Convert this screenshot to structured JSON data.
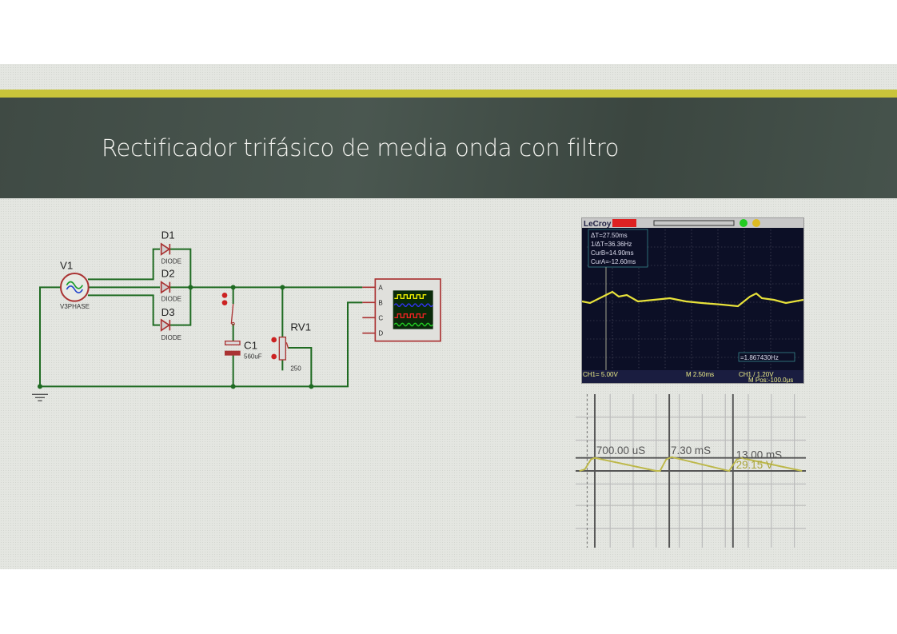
{
  "slide": {
    "title": "Rectificador trifásico de media onda con filtro"
  },
  "schematic": {
    "source": {
      "ref": "V1",
      "type": "V3PHASE"
    },
    "diodes": [
      {
        "ref": "D1",
        "type": "DIODE"
      },
      {
        "ref": "D2",
        "type": "DIODE"
      },
      {
        "ref": "D3",
        "type": "DIODE"
      }
    ],
    "capacitor": {
      "ref": "C1",
      "value": "560uF"
    },
    "potentiometer": {
      "ref": "RV1",
      "value": "250"
    },
    "scope_pins": [
      "A",
      "B",
      "C",
      "D"
    ]
  },
  "oscilloscope": {
    "brand": "LeCroy",
    "cursor_readouts": [
      "ΔT=27.50ms",
      "1/ΔT=36.36Hz",
      "CurB=14.90ms",
      "CurA=-12.60ms"
    ],
    "frequency": "=1.867430Hz",
    "ch1_scale": "CH1= 5.00V",
    "timebase": "M 2.50ms",
    "trigger": "CH1 / 1.20V",
    "mpos": "M Pos:-100.0μs",
    "colors": {
      "trace": "#e8e23a",
      "screen": "#0c0f26"
    }
  },
  "sim_graph": {
    "markers": [
      "700.00 uS",
      "7.30 mS",
      "13.00 mS"
    ],
    "voltage": "29.15 V"
  }
}
